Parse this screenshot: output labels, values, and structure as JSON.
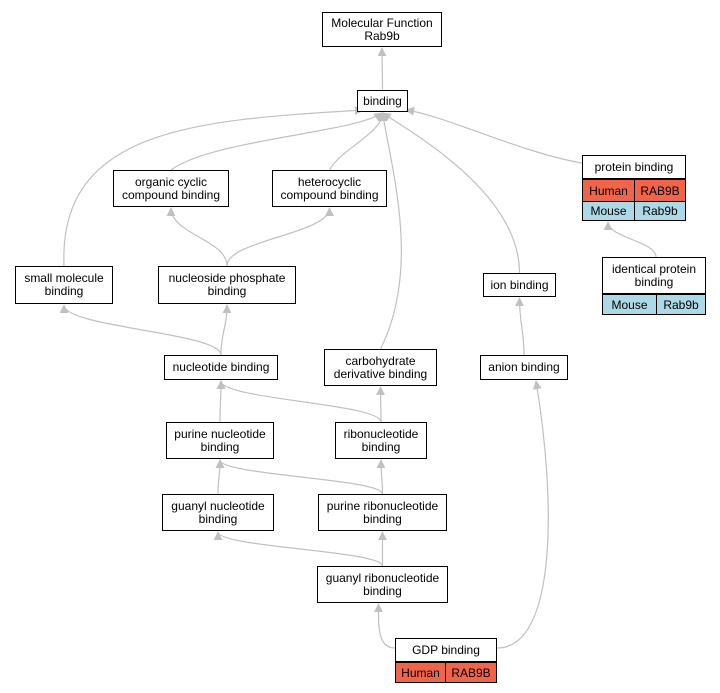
{
  "colors": {
    "human": "#f26449",
    "mouse": "#add8e6",
    "edge": "#c0c0c0",
    "border": "#000000"
  },
  "nodes": {
    "root": {
      "line1": "Molecular Function",
      "line2": "Rab9b"
    },
    "binding": {
      "label": "binding"
    },
    "organic_cyclic": {
      "line1": "organic cyclic",
      "line2": "compound binding"
    },
    "heterocyclic": {
      "line1": "heterocyclic",
      "line2": "compound binding"
    },
    "protein_binding": {
      "label": "protein binding",
      "rows": [
        {
          "species": "Human",
          "gene": "RAB9B"
        },
        {
          "species": "Mouse",
          "gene": "Rab9b"
        }
      ]
    },
    "small_molecule": {
      "line1": "small molecule",
      "line2": "binding"
    },
    "nucleoside_phosphate": {
      "line1": "nucleoside phosphate",
      "line2": "binding"
    },
    "ion_binding": {
      "label": "ion binding"
    },
    "identical_protein": {
      "line1": "identical protein",
      "line2": "binding",
      "rows": [
        {
          "species": "Mouse",
          "gene": "Rab9b"
        }
      ]
    },
    "carbohydrate": {
      "line1": "carbohydrate",
      "line2": "derivative binding"
    },
    "nucleotide": {
      "label": "nucleotide binding"
    },
    "anion": {
      "label": "anion binding"
    },
    "purine_nucleotide": {
      "line1": "purine nucleotide",
      "line2": "binding"
    },
    "ribonucleotide": {
      "line1": "ribonucleotide",
      "line2": "binding"
    },
    "guanyl_nucleotide": {
      "line1": "guanyl nucleotide",
      "line2": "binding"
    },
    "purine_ribonucleotide": {
      "line1": "purine ribonucleotide",
      "line2": "binding"
    },
    "guanyl_ribonucleotide": {
      "line1": "guanyl ribonucleotide",
      "line2": "binding"
    },
    "gdp": {
      "label": "GDP binding",
      "rows": [
        {
          "species": "Human",
          "gene": "RAB9B"
        }
      ]
    }
  },
  "edges": [
    [
      "binding",
      "root"
    ],
    [
      "organic_cyclic",
      "binding"
    ],
    [
      "heterocyclic",
      "binding"
    ],
    [
      "protein_binding",
      "binding"
    ],
    [
      "small_molecule",
      "binding"
    ],
    [
      "carbohydrate",
      "binding"
    ],
    [
      "ion_binding",
      "binding"
    ],
    [
      "nucleoside_phosphate",
      "organic_cyclic"
    ],
    [
      "nucleoside_phosphate",
      "heterocyclic"
    ],
    [
      "identical_protein",
      "protein_binding"
    ],
    [
      "nucleotide",
      "small_molecule"
    ],
    [
      "nucleotide",
      "nucleoside_phosphate"
    ],
    [
      "anion",
      "ion_binding"
    ],
    [
      "purine_nucleotide",
      "nucleotide"
    ],
    [
      "ribonucleotide",
      "nucleotide"
    ],
    [
      "ribonucleotide",
      "carbohydrate"
    ],
    [
      "guanyl_nucleotide",
      "purine_nucleotide"
    ],
    [
      "purine_ribonucleotide",
      "purine_nucleotide"
    ],
    [
      "purine_ribonucleotide",
      "ribonucleotide"
    ],
    [
      "guanyl_ribonucleotide",
      "guanyl_nucleotide"
    ],
    [
      "guanyl_ribonucleotide",
      "purine_ribonucleotide"
    ],
    [
      "gdp",
      "guanyl_ribonucleotide"
    ],
    [
      "gdp",
      "anion"
    ]
  ]
}
